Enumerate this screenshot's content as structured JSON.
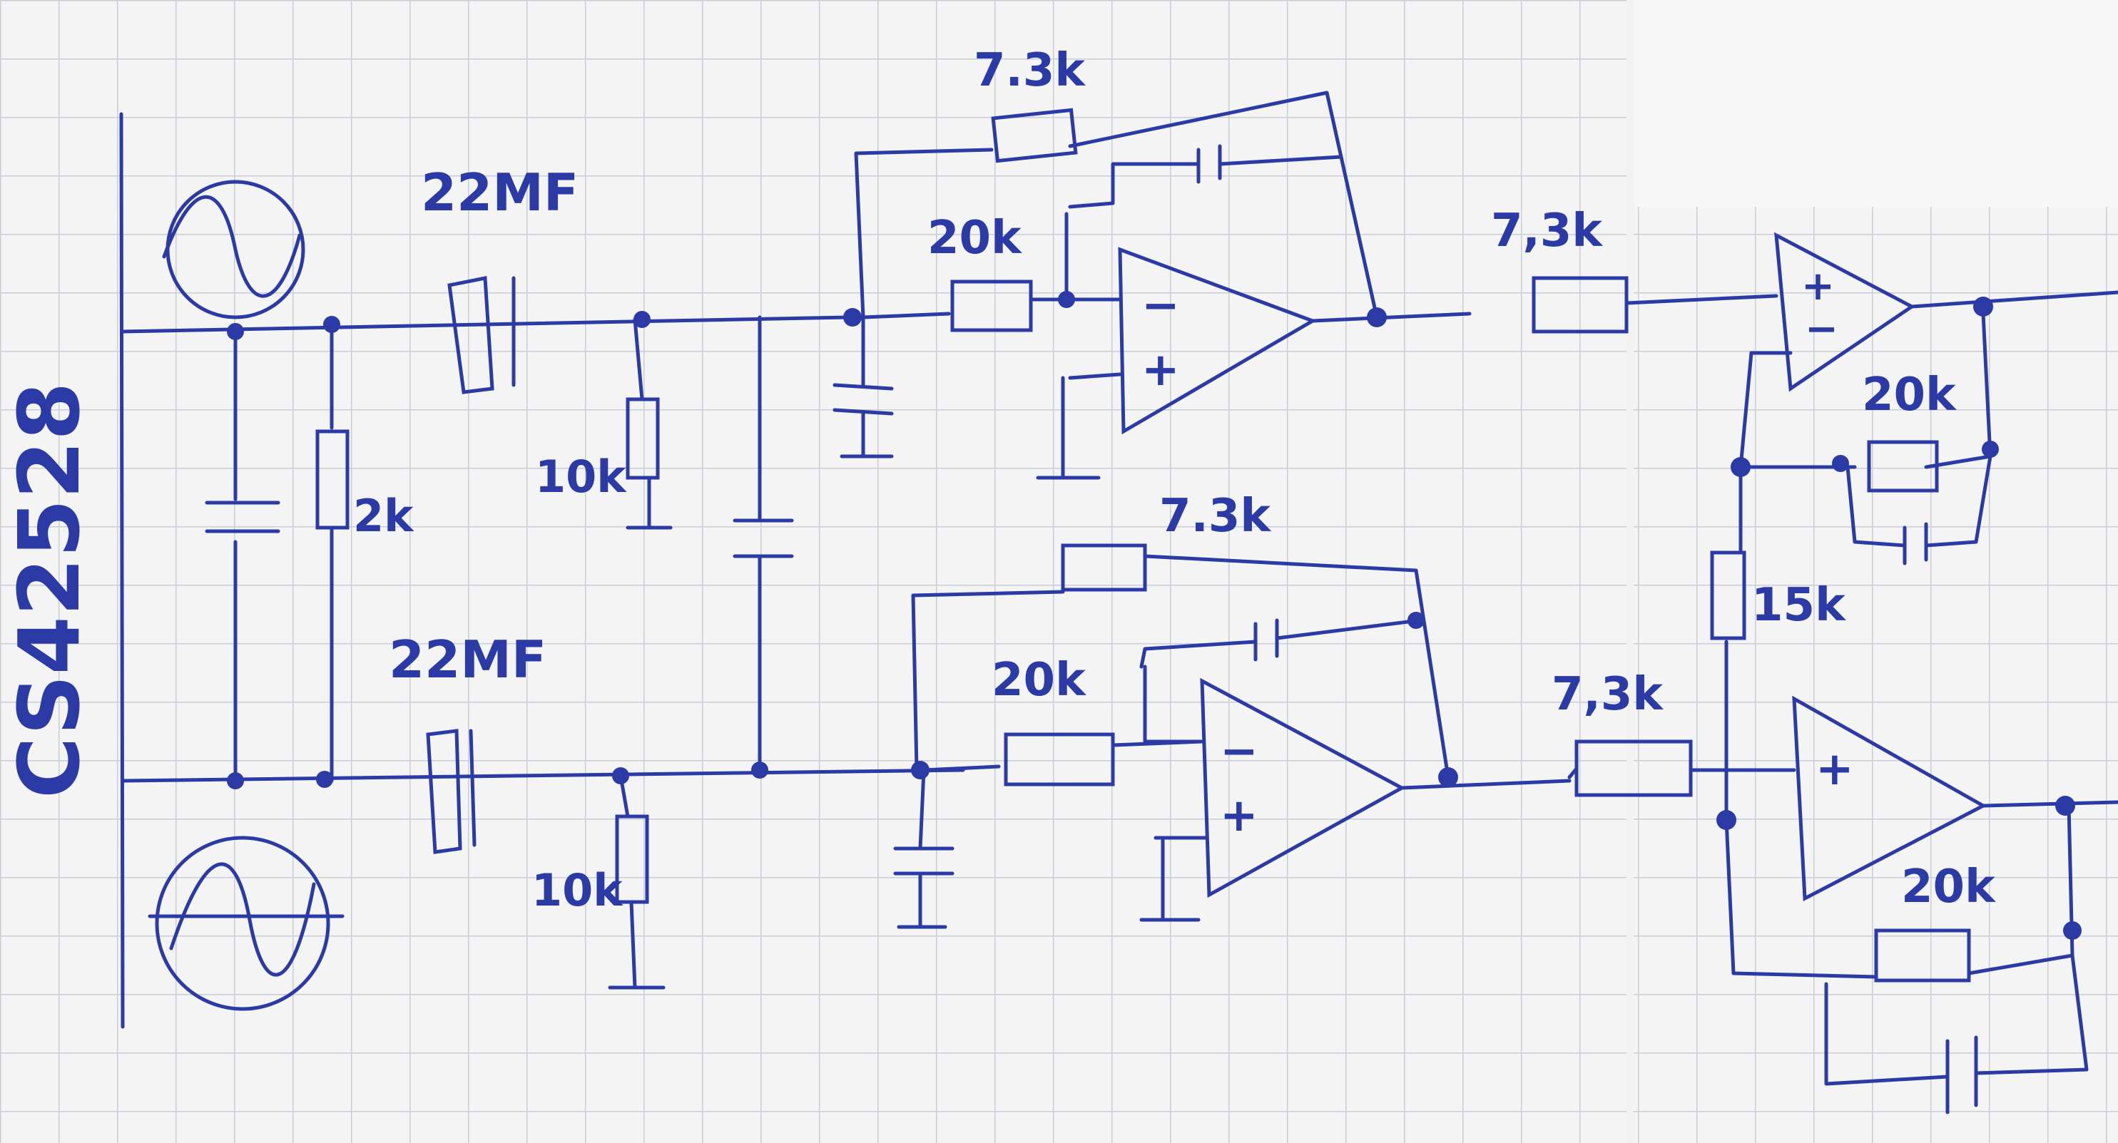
{
  "chip_label": "CS42528",
  "labels": {
    "cap_top": "22MF",
    "cap_bottom": "22MF",
    "res_2k": "2k",
    "res_10k_top": "10k",
    "res_10k_bottom": "10k",
    "fb_top_res": "7.3k",
    "in_top_res": "20k",
    "out_top_res": "7,3k",
    "fb_bottom_res": "7.3k",
    "in_bottom_res": "20k",
    "out_bottom_res": "7,3k",
    "diff_top_res": "20k",
    "diff_mid_res": "15k",
    "diff_bottom_res": "20k",
    "opamp_minus": "−",
    "opamp_plus": "+"
  },
  "colors": {
    "ink": "#2c3aa5",
    "paper": "#f4f4f4",
    "grid": "#c9cdd6"
  }
}
